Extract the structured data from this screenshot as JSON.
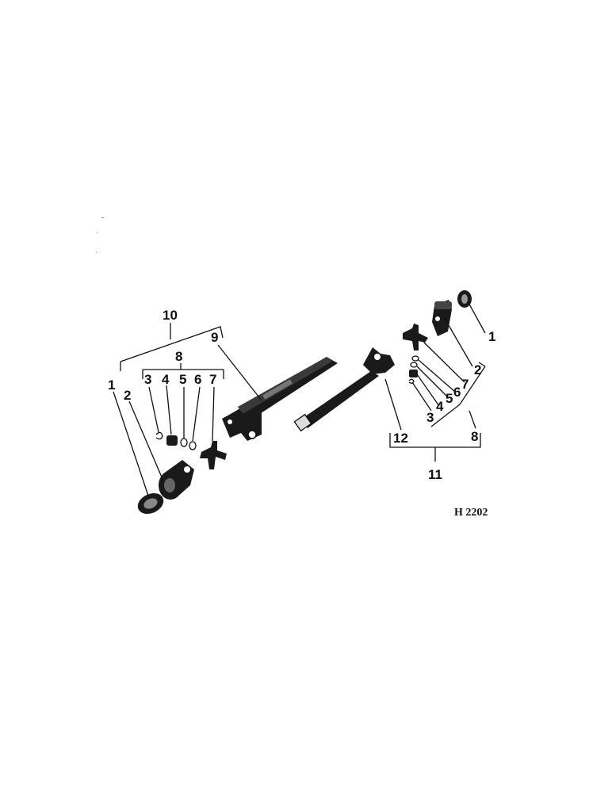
{
  "figure_ref": "H 2202",
  "left_assembly": {
    "group_label": "10",
    "subgroup_label": "8",
    "labels": {
      "dust_seal": "1",
      "yoke": "2",
      "snap_ring": "3",
      "bearing": "4",
      "seal": "5",
      "retainer": "6",
      "spider": "7",
      "yoke_and_tube": "9"
    }
  },
  "right_assembly": {
    "group_label": "11",
    "subgroup_label": "8",
    "labels": {
      "dust_seal": "1",
      "yoke": "2",
      "snap_ring": "3",
      "bearing": "4",
      "seal": "5",
      "retainer": "6",
      "spider": "7",
      "yoke_and_shaft": "12"
    }
  }
}
